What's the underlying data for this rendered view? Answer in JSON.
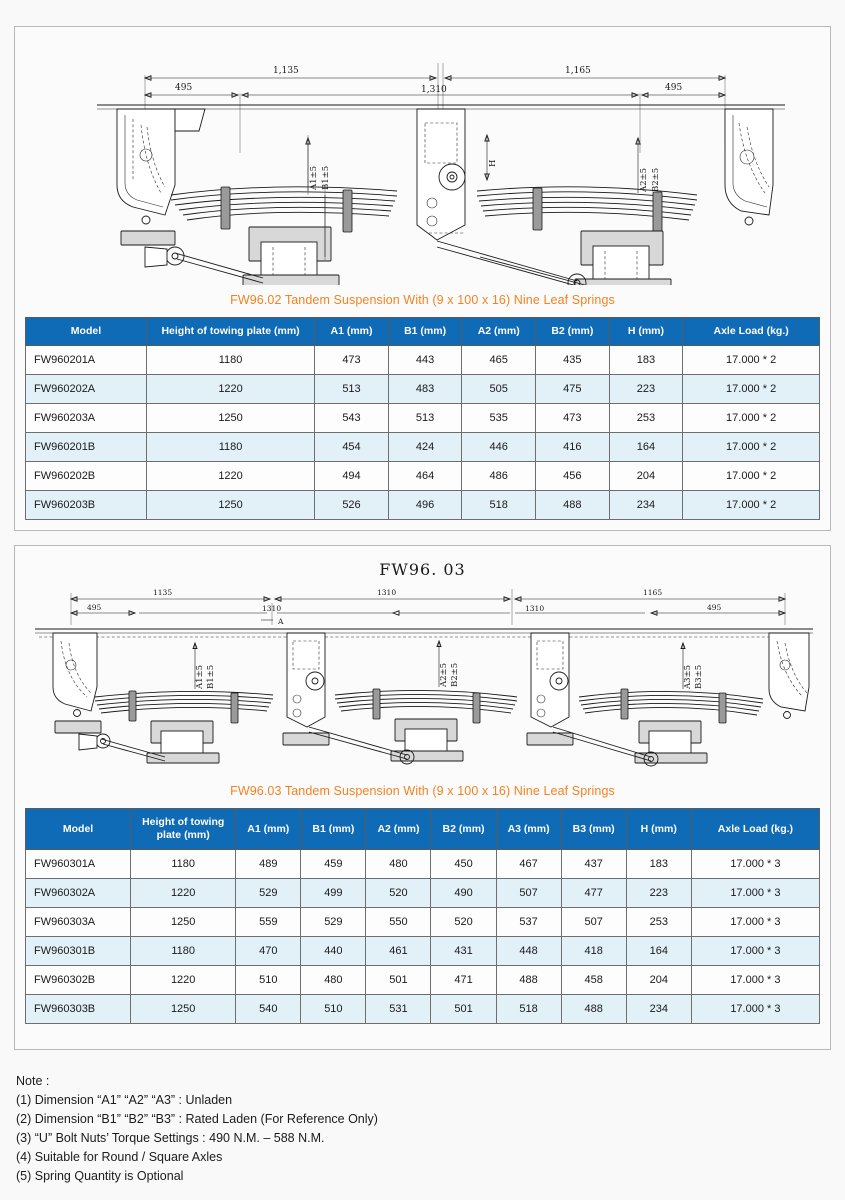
{
  "panel1": {
    "drawing": {
      "name": "fw96-02-tandem-suspension-drawing",
      "dims_top": [
        "1,135",
        "1,165"
      ],
      "dims_mid": [
        "495",
        "1,310",
        "495"
      ],
      "labels_left": [
        "A1±5",
        "B1±5"
      ],
      "labels_right": [
        "A2±5",
        "B2±5"
      ],
      "label_h": "H"
    },
    "caption": "FW96.02 Tandem Suspension With (9 x 100 x 16) Nine Leaf Springs",
    "table": {
      "headers": [
        "Model",
        "Height of towing plate (mm)",
        "A1  (mm)",
        "B1 (mm)",
        "A2 (mm)",
        "B2 (mm)",
        "H (mm)",
        "Axle Load (kg.)"
      ],
      "rows": [
        [
          "FW960201A",
          "1180",
          "473",
          "443",
          "465",
          "435",
          "183",
          "17.000 * 2"
        ],
        [
          "FW960202A",
          "1220",
          "513",
          "483",
          "505",
          "475",
          "223",
          "17.000 * 2"
        ],
        [
          "FW960203A",
          "1250",
          "543",
          "513",
          "535",
          "473",
          "253",
          "17.000 * 2"
        ],
        [
          "FW960201B",
          "1180",
          "454",
          "424",
          "446",
          "416",
          "164",
          "17.000 * 2"
        ],
        [
          "FW960202B",
          "1220",
          "494",
          "464",
          "486",
          "456",
          "204",
          "17.000 * 2"
        ],
        [
          "FW960203B",
          "1250",
          "526",
          "496",
          "518",
          "488",
          "234",
          "17.000 * 2"
        ]
      ]
    }
  },
  "panel2": {
    "drawing": {
      "name": "fw96-03-tandem-suspension-drawing",
      "title": "FW96. 03",
      "dims_top": [
        "1135",
        "1310",
        "1165"
      ],
      "dims_mid": [
        "495",
        "1310",
        "1310",
        "495"
      ],
      "labels_left": [
        "A1±5",
        "B1±5"
      ],
      "labels_mid": [
        "A2±5",
        "B2±5"
      ],
      "labels_right": [
        "A3±5",
        "B3±5"
      ],
      "label_a": "A"
    },
    "caption": "FW96.03 Tandem Suspension With (9 x 100 x 16) Nine Leaf Springs",
    "table": {
      "headers": [
        "Model",
        "Height of towing plate (mm)",
        "A1 (mm)",
        "B1 (mm)",
        "A2 (mm)",
        "B2 (mm)",
        "A3 (mm)",
        "B3 (mm)",
        "H (mm)",
        "Axle Load (kg.)"
      ],
      "rows": [
        [
          "FW960301A",
          "1180",
          "489",
          "459",
          "480",
          "450",
          "467",
          "437",
          "183",
          "17.000 * 3"
        ],
        [
          "FW960302A",
          "1220",
          "529",
          "499",
          "520",
          "490",
          "507",
          "477",
          "223",
          "17.000 * 3"
        ],
        [
          "FW960303A",
          "1250",
          "559",
          "529",
          "550",
          "520",
          "537",
          "507",
          "253",
          "17.000 * 3"
        ],
        [
          "FW960301B",
          "1180",
          "470",
          "440",
          "461",
          "431",
          "448",
          "418",
          "164",
          "17.000 * 3"
        ],
        [
          "FW960302B",
          "1220",
          "510",
          "480",
          "501",
          "471",
          "488",
          "458",
          "204",
          "17.000 * 3"
        ],
        [
          "FW960303B",
          "1250",
          "540",
          "510",
          "531",
          "501",
          "518",
          "488",
          "234",
          "17.000 * 3"
        ]
      ]
    }
  },
  "notes": {
    "title": "Note :",
    "items": [
      "(1) Dimension “A1” “A2” “A3” : Unladen",
      "(2) Dimension “B1” “B2” “B3” : Rated Laden (For Reference Only)",
      "(3) “U” Bolt Nuts’ Torque Settings : 490 N.M. – 588 N.M.",
      "(4) Suitable for Round / Square Axles",
      "(5) Spring Quantity is Optional"
    ]
  },
  "colors": {
    "header_blue": "#0f6bb5",
    "caption_orange": "#f5821f",
    "row_stripe": "#e2f0f8",
    "panel_border": "#b9b9b9"
  }
}
